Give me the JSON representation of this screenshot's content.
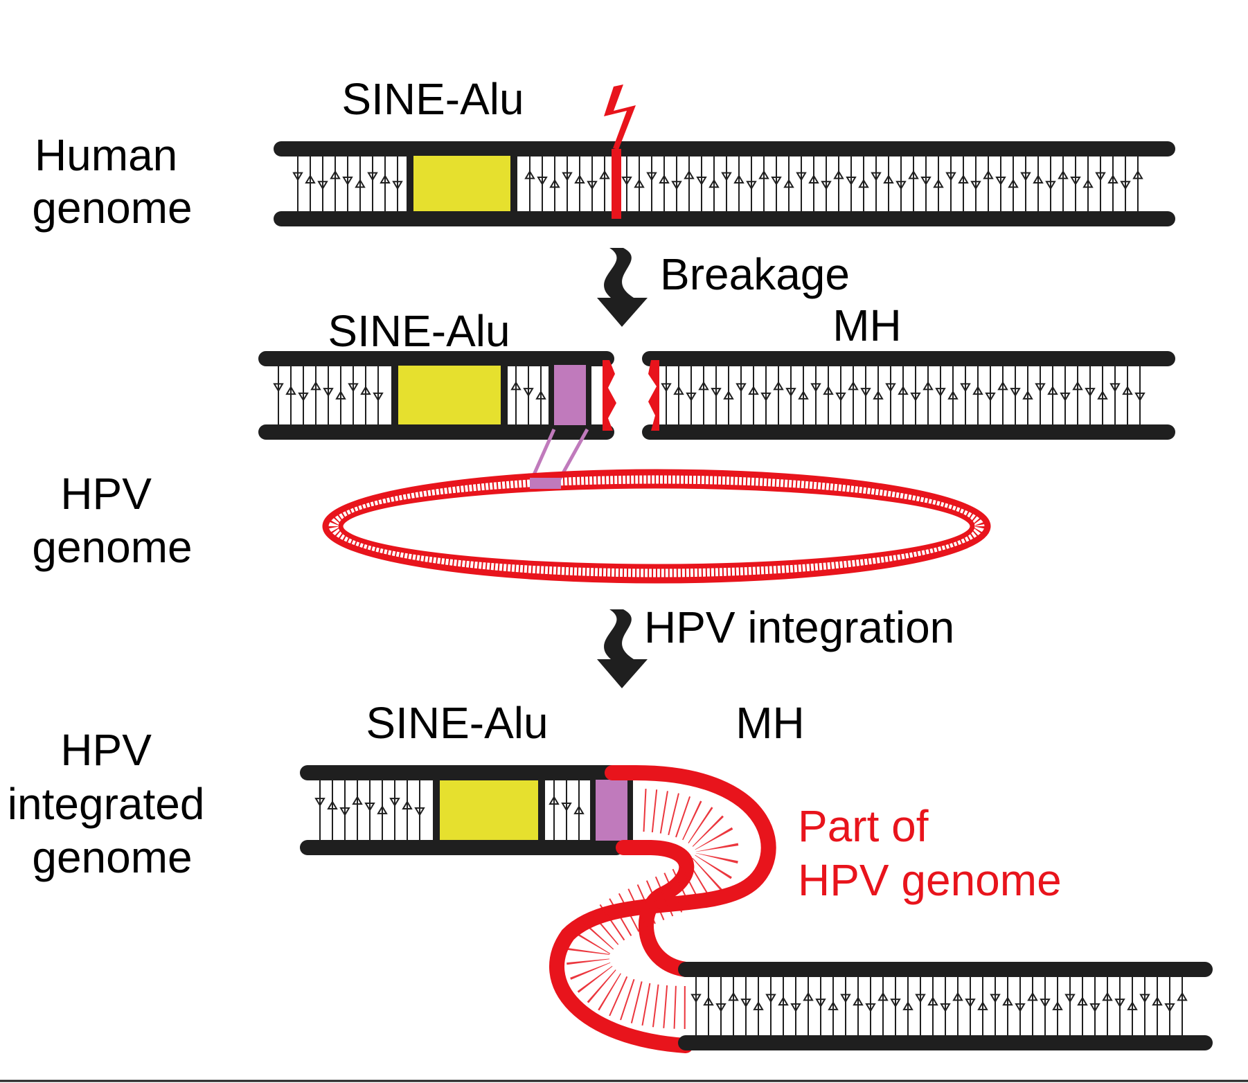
{
  "row_labels": {
    "human": [
      "Human",
      "genome"
    ],
    "hpv": [
      "HPV",
      "genome"
    ],
    "integrated": [
      "HPV",
      "integrated",
      "genome"
    ]
  },
  "element_labels": {
    "sine_1": "SINE-Alu",
    "sine_2": "SINE-Alu",
    "sine_3": "SINE-Alu",
    "mh_1": "MH",
    "mh_2": "MH",
    "hpv_part": [
      "Part of",
      "HPV genome"
    ]
  },
  "steps": {
    "breakage": "Breakage",
    "integration": "HPV integration"
  },
  "colors": {
    "dna": "#1f1f1f",
    "alu": "#e6e02e",
    "mh": "#c07abc",
    "hpv": "#e8141c"
  }
}
